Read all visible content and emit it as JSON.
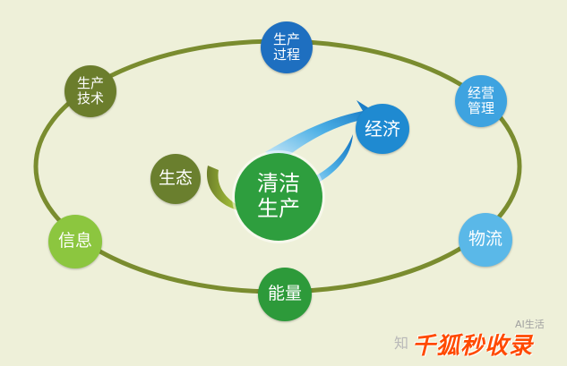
{
  "diagram": {
    "center": {
      "label": "清洁\n生产",
      "color": "#2e9e3e"
    },
    "economy": {
      "label": "经济",
      "color": "#1f8ad1"
    },
    "ecology": {
      "label": "生态",
      "color": "#6a7f2e"
    },
    "nodes": [
      {
        "id": "production-process",
        "label": "生产\n过程",
        "color": "#1e6fc0"
      },
      {
        "id": "operations-management",
        "label": "经营\n管理",
        "color": "#3ea3e0"
      },
      {
        "id": "logistics",
        "label": "物流",
        "color": "#5ab8e8"
      },
      {
        "id": "energy",
        "label": "能量",
        "color": "#2d9a3a"
      },
      {
        "id": "information",
        "label": "信息",
        "color": "#8cc63f"
      },
      {
        "id": "production-technology",
        "label": "生产\n技术",
        "color": "#6b7d2c"
      }
    ],
    "orbit_color": "#7a8c2f"
  },
  "watermark": {
    "prefix": "知",
    "main": "千狐秒收录",
    "tag": "AI生活"
  }
}
